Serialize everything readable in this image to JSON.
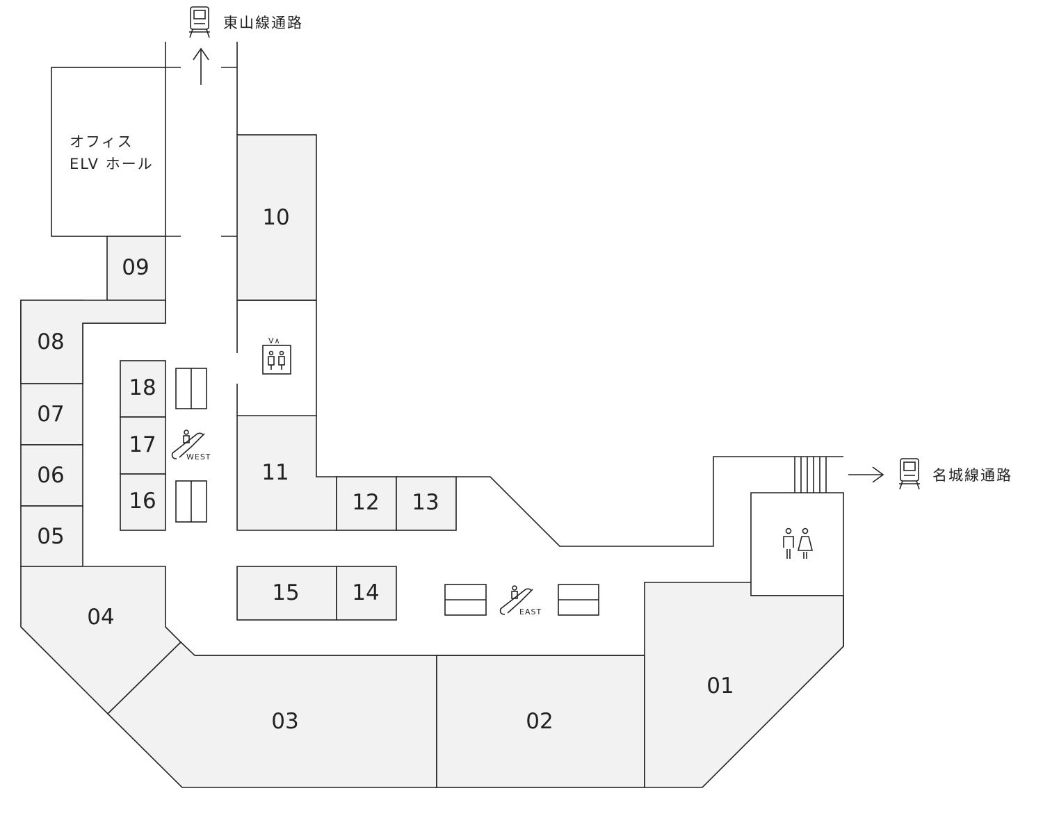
{
  "map": {
    "office_label_line1": "オフィス",
    "office_label_line2": "ELV ホール",
    "higashiyama_label": "東山線通路",
    "meijo_label": "名城線通路",
    "escalator_west": "WEST",
    "escalator_east": "EAST",
    "elevator_arrows": "V∧",
    "stores": [
      "01",
      "02",
      "03",
      "04",
      "05",
      "06",
      "07",
      "08",
      "09",
      "10",
      "11",
      "12",
      "13",
      "14",
      "15",
      "16",
      "17",
      "18"
    ]
  },
  "colors": {
    "store_fill": "#f2f2f2",
    "line": "#222222"
  },
  "icons": [
    "train-icon",
    "arrow-up-icon",
    "arrow-right-icon",
    "elevator-icon",
    "escalator-icon",
    "restroom-icon"
  ]
}
